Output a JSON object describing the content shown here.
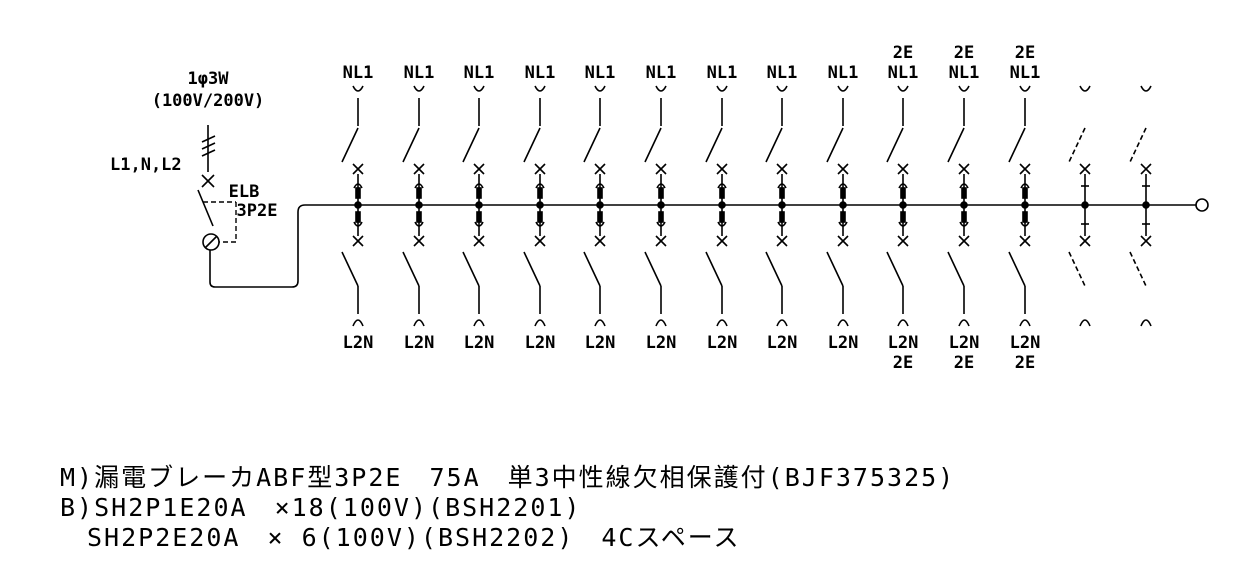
{
  "supply": {
    "phase": "1φ3W",
    "voltage": "(100V/200V)",
    "wires": "L1,N,L2"
  },
  "main_breaker": {
    "type": "ELB",
    "poles": "3P2E"
  },
  "circuits": [
    {
      "top": [
        "NL1"
      ],
      "bottom": [
        "L2N"
      ],
      "space": false
    },
    {
      "top": [
        "NL1"
      ],
      "bottom": [
        "L2N"
      ],
      "space": false
    },
    {
      "top": [
        "NL1"
      ],
      "bottom": [
        "L2N"
      ],
      "space": false
    },
    {
      "top": [
        "NL1"
      ],
      "bottom": [
        "L2N"
      ],
      "space": false
    },
    {
      "top": [
        "NL1"
      ],
      "bottom": [
        "L2N"
      ],
      "space": false
    },
    {
      "top": [
        "NL1"
      ],
      "bottom": [
        "L2N"
      ],
      "space": false
    },
    {
      "top": [
        "NL1"
      ],
      "bottom": [
        "L2N"
      ],
      "space": false
    },
    {
      "top": [
        "NL1"
      ],
      "bottom": [
        "L2N"
      ],
      "space": false
    },
    {
      "top": [
        "NL1"
      ],
      "bottom": [
        "L2N"
      ],
      "space": false
    },
    {
      "top": [
        "2E",
        "NL1"
      ],
      "bottom": [
        "L2N",
        "2E"
      ],
      "space": false
    },
    {
      "top": [
        "2E",
        "NL1"
      ],
      "bottom": [
        "L2N",
        "2E"
      ],
      "space": false
    },
    {
      "top": [
        "2E",
        "NL1"
      ],
      "bottom": [
        "L2N",
        "2E"
      ],
      "space": false
    },
    {
      "top": [],
      "bottom": [],
      "space": true
    },
    {
      "top": [],
      "bottom": [],
      "space": true
    }
  ],
  "notes": {
    "line1": "M)漏電ブレーカABF型3P2E　75A　単3中性線欠相保護付(BJF375325)",
    "line2": "B)SH2P1E20A　×18(100V)(BSH2201)",
    "line3": "　SH2P2E20A　× 6(100V)(BSH2202)　4Cスペース"
  }
}
